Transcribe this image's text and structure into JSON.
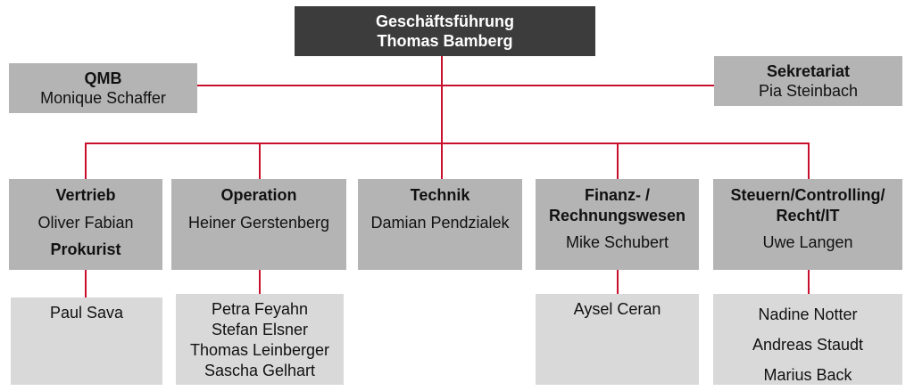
{
  "colors": {
    "top_box": "#3c3c3c",
    "department_box": "#b4b4b4",
    "staff_box": "#d9d9d9",
    "connector_line": "#c8102e"
  },
  "management": {
    "title": "Geschäftsführung",
    "name": "Thomas Bamberg"
  },
  "qmb": {
    "title": "QMB",
    "name": "Monique Schaffer"
  },
  "secretariat": {
    "title": "Sekretariat",
    "name": "Pia Steinbach"
  },
  "departments": [
    {
      "title": "Vertrieb",
      "head": "Oliver Fabian",
      "role": "Prokurist",
      "staff": [
        "Paul Sava"
      ]
    },
    {
      "title": "Operation",
      "head": "Heiner Gerstenberg",
      "staff": [
        "Petra Feyahn",
        "Stefan Elsner",
        "Thomas Leinberger",
        "Sascha Gelhart"
      ]
    },
    {
      "title": "Technik",
      "head": "Damian Pendzialek"
    },
    {
      "title_line1": "Finanz- /",
      "title_line2": "Rechnungswesen",
      "head": "Mike Schubert",
      "staff": [
        "Aysel Ceran"
      ]
    },
    {
      "title_line1": "Steuern/Controlling/",
      "title_line2": "Recht/IT",
      "head": "Uwe Langen",
      "staff": [
        "Nadine Notter",
        "Andreas Staudt",
        "Marius Back"
      ]
    }
  ]
}
